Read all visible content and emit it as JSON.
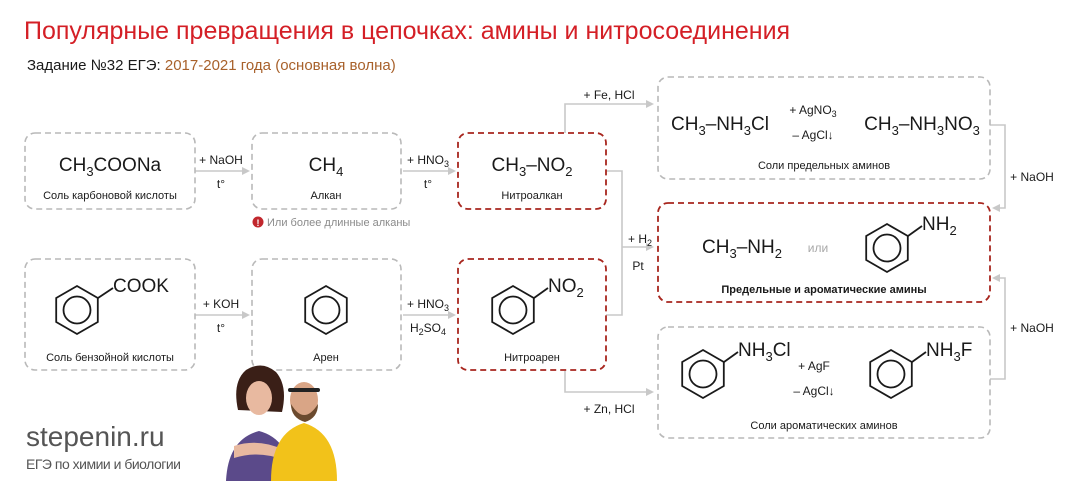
{
  "header": {
    "title": "Популярные превращения в цепочках: амины и нитросоединения",
    "subtitle_prefix": "Задание №32 ЕГЭ:",
    "subtitle_years": "2017-2021 года (основная волна)"
  },
  "scheme": {
    "sodium_acetate": {
      "formula": [
        "CH",
        "3",
        "COONa"
      ],
      "caption": "Соль карбоновой кислоты"
    },
    "methane": {
      "formula": [
        "CH",
        "4"
      ],
      "caption": "Алкан"
    },
    "nitromethane": {
      "formula": [
        "CH",
        "3",
        "–NO",
        "2"
      ],
      "caption": "Нитроалкан"
    },
    "alkane_note": {
      "icon": "!",
      "text": "Или более длинные алканы"
    },
    "benzoate": {
      "group": "COOK",
      "caption": "Соль бензойной кислоты"
    },
    "benzene": {
      "caption": "Арен"
    },
    "nitrobenzene": {
      "group": [
        "NO",
        "2"
      ],
      "caption": "Нитроарен"
    },
    "ammonium_salts": {
      "left": [
        "CH",
        "3",
        "–NH",
        "3",
        "Cl"
      ],
      "right": [
        "CH",
        "3",
        "–NH",
        "3",
        "NO",
        "3"
      ],
      "caption": "Соли предельных аминов"
    },
    "amines": {
      "aliphatic": [
        "CH",
        "3",
        "–NH",
        "2"
      ],
      "or": "или",
      "aromatic_group": [
        "NH",
        "2"
      ],
      "caption": "Предельные и ароматические амины"
    },
    "aromatic_salts": {
      "left_group": [
        "NH",
        "3",
        "Cl"
      ],
      "right_group": [
        "NH",
        "3",
        "F"
      ],
      "caption": "Соли ароматических аминов"
    }
  },
  "reagents": {
    "naoh_t": {
      "top": "+ NaOH",
      "bottom": "t°"
    },
    "hno3_t": {
      "top": [
        "+ HNO",
        "3"
      ],
      "bottom": "t°"
    },
    "koh_t": {
      "top": "+ KOH",
      "bottom": "t°"
    },
    "hno3_h2so4": {
      "top": [
        "+ HNO",
        "3"
      ],
      "bottom": [
        "H",
        "2",
        "SO",
        "4"
      ]
    },
    "fe_hcl": "+ Fe, HCl",
    "h2_pt": {
      "top": [
        "+ H",
        "2"
      ],
      "bottom": "Pt"
    },
    "zn_hcl": "+ Zn, HCl",
    "agno3": {
      "top": [
        "+ AgNO",
        "3"
      ],
      "bottom": "– AgCl↓"
    },
    "agf": {
      "top": "+ AgF",
      "bottom": "– AgCl↓"
    },
    "naoh_upper": "+ NaOH",
    "naoh_lower": "+ NaOH"
  },
  "brand": {
    "name": "stepenin.ru",
    "tagline": "ЕГЭ по химии и биологии"
  }
}
